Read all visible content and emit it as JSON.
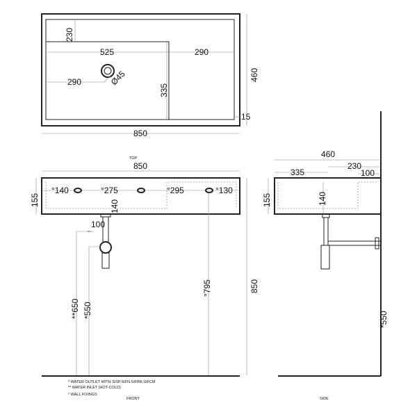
{
  "top_view": {
    "label": "TOP",
    "dims": {
      "w": "850",
      "h": "460",
      "basin_w": "525",
      "deck_w": "290",
      "basin_top": "230",
      "drain_x": "290",
      "basin_h": "335",
      "drain_dia": "Ø45",
      "rim": "15"
    }
  },
  "front_view": {
    "label": "FRONT",
    "dims": {
      "w": "850",
      "h": "155",
      "a": "°140",
      "b": "°275",
      "c": "°295",
      "d": "°130",
      "depth": "140",
      "inlet_spacing": "100",
      "inlet_h": "**650",
      "outlet_h": "*550",
      "tap_h": "°795",
      "total_h": "850"
    }
  },
  "side_view": {
    "label": "SIDE",
    "dims": {
      "depth": "460",
      "basin": "335",
      "deck": "230",
      "edge": "100",
      "h": "155",
      "inner": "140",
      "outlet_h": "*550"
    }
  },
  "notes": [
    "* WATER OUTLET WITH SISP.SIFN.SIFBR.SIFCM",
    "** WATER INLET  (HOT-COLD)",
    "° WALL FIXINGS"
  ],
  "inlet_marker": "**"
}
